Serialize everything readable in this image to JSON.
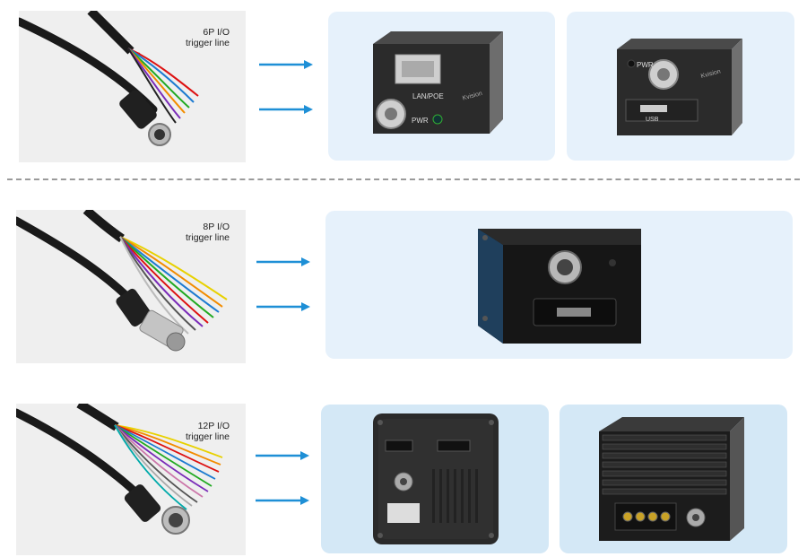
{
  "rows": [
    {
      "connector": "6P I/O",
      "caption": "trigger line"
    },
    {
      "connector": "8P I/O",
      "caption": "trigger line"
    },
    {
      "connector": "12P I/O",
      "caption": "trigger line"
    }
  ],
  "camera_labels": {
    "lan_poe": "LAN/POE",
    "pwr": "PWR",
    "usb": "USB",
    "brand": "Kvision"
  },
  "colors": {
    "arrow": "#1e8fd6",
    "panel_light": "#e6f1fb",
    "panel_blue": "#d4e8f6",
    "cable_panel": "#efefef"
  },
  "icons": [
    "arrow-right-icon"
  ]
}
